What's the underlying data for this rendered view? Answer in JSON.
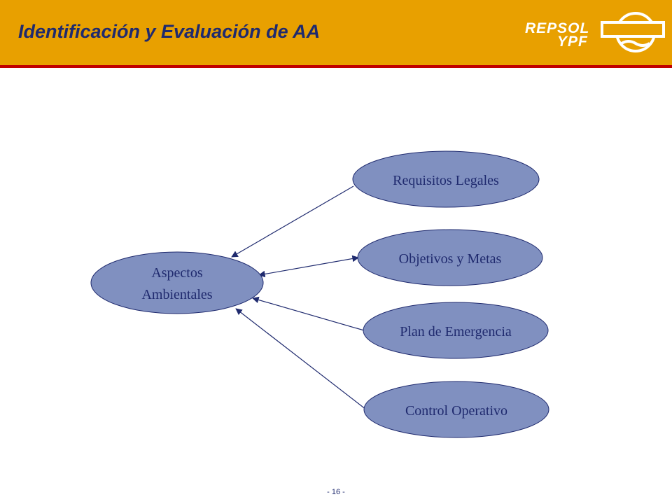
{
  "header": {
    "title": "Identificación y Evaluación de AA",
    "logo_text_top": "REPSOL",
    "logo_text_bottom": "YPF",
    "bg_color": "#e8a000",
    "rule_color": "#c00000"
  },
  "diagram": {
    "center_node": {
      "line1": "Aspectos",
      "line2": "Ambientales"
    },
    "nodes": [
      {
        "label": "Requisitos Legales"
      },
      {
        "label": "Objetivos y Metas"
      },
      {
        "label": "Plan de Emergencia"
      },
      {
        "label": "Control Operativo"
      }
    ],
    "node_fill": "#8090c0",
    "text_color": "#1f2a6e"
  },
  "footer": {
    "page_number": "- 16 -"
  }
}
